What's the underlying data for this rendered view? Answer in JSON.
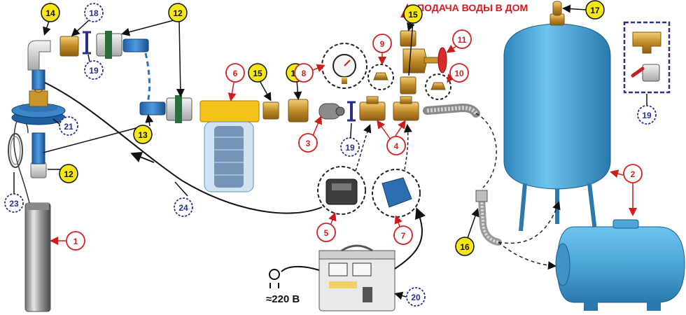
{
  "title": "ПОДАЧА ВОДЫ В ДОМ",
  "voltage": "≈220 В",
  "colors": {
    "yellow_badge": "#f5e616",
    "red_badge": "#d32222",
    "blue_badge": "#2a2e8c",
    "tank_blue": "#4aa6d6",
    "brass": "#c9962e",
    "title_red": "#e0161c"
  },
  "badges": {
    "b1": "1",
    "b2": "2",
    "b3": "3",
    "b4": "4",
    "b5": "5",
    "b6": "6",
    "b7": "7",
    "b8": "8",
    "b9": "9",
    "b10": "10",
    "b11": "11",
    "b12a": "12",
    "b12b": "12",
    "b13": "13",
    "b14": "14",
    "b15a": "15",
    "b15b": "15",
    "b16": "16",
    "b17": "17",
    "b18a": "18",
    "b18b": "18",
    "b19a": "19",
    "b19b": "19",
    "b19c": "19",
    "b20": "20",
    "b21": "21",
    "b23": "23",
    "b24": "24"
  }
}
